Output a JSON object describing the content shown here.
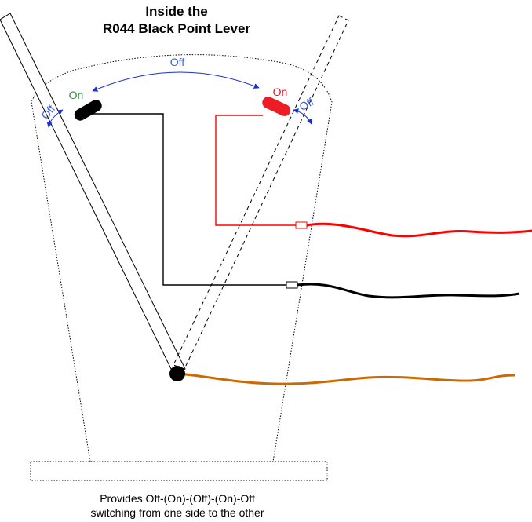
{
  "title": {
    "line1": "Inside the",
    "line2": "R044 Black Point Lever"
  },
  "labels": {
    "top_off": "Off",
    "on_left": "On",
    "on_right": "On",
    "off_left": "Off",
    "off_right": "Off"
  },
  "caption": {
    "line1": "Provides Off-(On)-(Off)-(On)-Off",
    "line2": "switching from one side to the other"
  },
  "colors": {
    "outline": "#000000",
    "label_blue": "#3a5bd9",
    "arrow_blue": "#1a2fcf",
    "on_green": "#2e8b3a",
    "on_red": "#e0141e",
    "wire_red": "#ff0000",
    "wire_black": "#000000",
    "wire_brown": "#cc6a00",
    "contact_black": "#000000",
    "contact_red": "#ee1c25"
  }
}
